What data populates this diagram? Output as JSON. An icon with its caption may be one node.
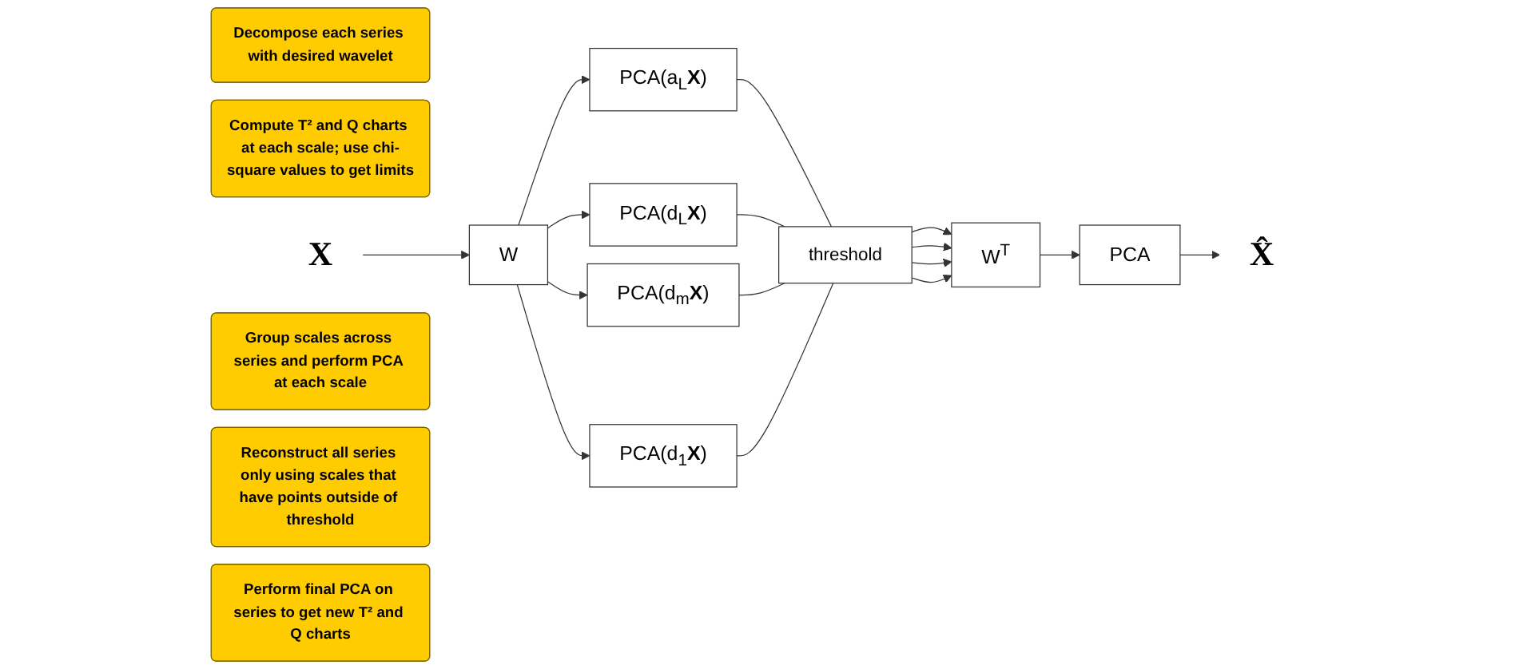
{
  "diagram": {
    "nodes": [
      {
        "text": [
          "Decompose each series with desired wavelet"
        ]
      },
      {
        "text": [
          "Compute T² and Q charts at each scale; use chi-square values to get limits"
        ]
      },
      {
        "text": [
          "X"
        ]
      },
      {
        "text": [
          "W"
        ]
      },
      {
        "text": [
          "PCA(a$_{L}$**X**)"
        ]
      },
      {
        "text": [
          "PCA(d$_{L}$**X**)"
        ]
      },
      {
        "text": [
          "PCA(d$_{m}$**X**)"
        ]
      },
      {
        "text": [
          "PCA(d$_{1}$**X**)"
        ]
      },
      {
        "text": [
          "threshold"
        ]
      },
      {
        "text": [
          "W$^{T}$"
        ]
      },
      {
        "text": [
          "PCA"
        ]
      },
      {
        "text": [
          "X̂"
        ]
      },
      {
        "text": [
          "Group scales across series and perform PCA at each scale"
        ]
      },
      {
        "text": [
          "Reconstruct all series only using scales that have points outside of threshold"
        ]
      },
      {
        "text": [
          "Perform final PCA on series to get new T² and Q charts"
        ]
      }
    ],
    "edges": [
      {
        "from": 2,
        "to": 3,
        "arrow": "to"
      },
      {
        "from": 3,
        "to": 4,
        "arrow": "to"
      },
      {
        "from": 3,
        "to": 5,
        "arrow": "to"
      },
      {
        "from": 3,
        "to": 6,
        "arrow": "to"
      },
      {
        "from": 3,
        "to": 7,
        "arrow": "to"
      },
      {
        "from": 4,
        "to": 8,
        "arrow": "none"
      },
      {
        "from": 5,
        "to": 8,
        "arrow": "none"
      },
      {
        "from": 6,
        "to": 8,
        "arrow": "none"
      },
      {
        "from": 7,
        "to": 8,
        "arrow": "none"
      },
      {
        "from": 8,
        "to": 9,
        "arrow": "to"
      },
      {
        "from": 8,
        "to": 9,
        "arrow": "to"
      },
      {
        "from": 8,
        "to": 9,
        "arrow": "to"
      },
      {
        "from": 8,
        "to": 9,
        "arrow": "to"
      },
      {
        "from": 9,
        "to": 10,
        "arrow": "to"
      },
      {
        "from": 10,
        "to": 11,
        "arrow": "to"
      }
    ]
  }
}
